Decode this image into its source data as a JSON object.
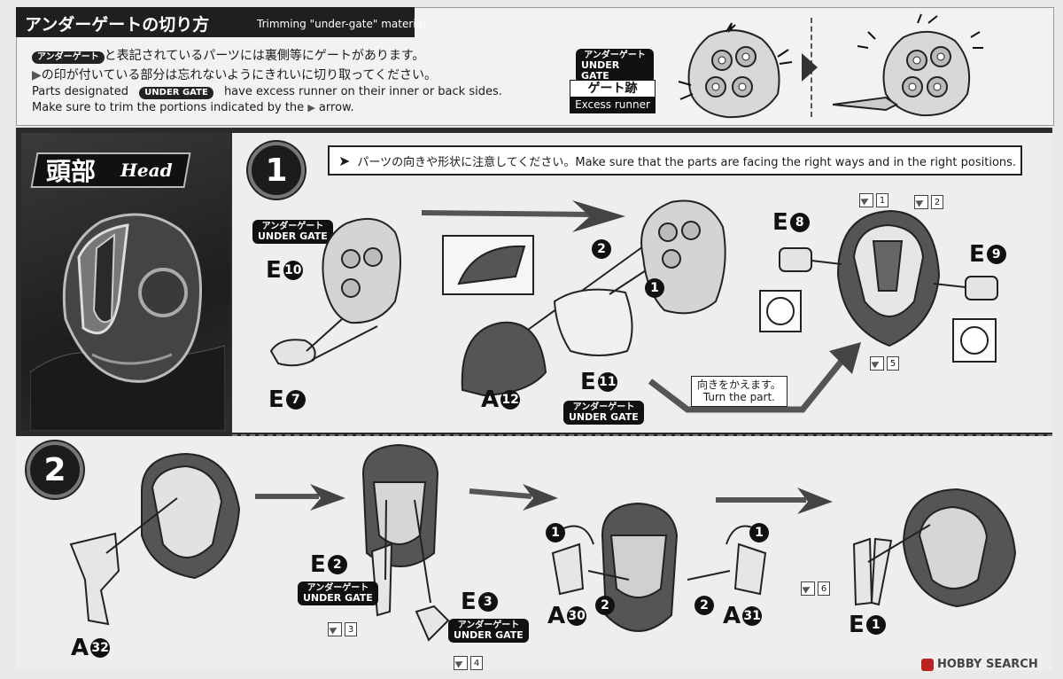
{
  "header": {
    "title_jp": "アンダーゲートの切り方",
    "title_en": "Trimming \"under-gate\" material",
    "badge_jp": "アンダーゲート",
    "line1_rest": "と表記されているパーツには裏側等にゲートがあります。",
    "line2": "の印が付いている部分は忘れないようにきれいに切り取ってください。",
    "line3_pre": "Parts designated",
    "badge_en": "UNDER GATE",
    "line3_post": "have excess runner on their inner or back sides.",
    "line4_pre": "Make sure to trim the portions indicated by the",
    "line4_post": "arrow.",
    "diagram_badge_jp": "アンダーゲート",
    "diagram_badge_en": "UNDER GATE",
    "excess_jp": "ゲート跡",
    "excess_en": "Excess runner"
  },
  "section_head": {
    "title_jp": "頭部",
    "title_en": "Head"
  },
  "step1": {
    "number": "1",
    "note": "パーツの向きや形状に注意してください。Make sure that the parts are facing the right ways and in the right positions.",
    "turn_jp": "向きをかえます。",
    "turn_en": "Turn the part."
  },
  "step2": {
    "number": "2"
  },
  "under_gate": {
    "jp": "アンダーゲート",
    "en": "UNDER GATE"
  },
  "parts": {
    "e10": {
      "letter": "E",
      "num": "10"
    },
    "e7": {
      "letter": "E",
      "num": "7"
    },
    "a12": {
      "letter": "A",
      "num": "12"
    },
    "e11": {
      "letter": "E",
      "num": "11"
    },
    "e8": {
      "letter": "E",
      "num": "8"
    },
    "e9": {
      "letter": "E",
      "num": "9"
    },
    "e2": {
      "letter": "E",
      "num": "2"
    },
    "e3": {
      "letter": "E",
      "num": "3"
    },
    "a32": {
      "letter": "A",
      "num": "32"
    },
    "a30": {
      "letter": "A",
      "num": "30"
    },
    "a31": {
      "letter": "A",
      "num": "31"
    },
    "e1": {
      "letter": "E",
      "num": "1"
    }
  },
  "order_marks": {
    "one": "1",
    "two": "2"
  },
  "gate_tags": [
    "1",
    "2",
    "5",
    "3",
    "4",
    "6"
  ],
  "watermark": "HOBBY SEARCH"
}
